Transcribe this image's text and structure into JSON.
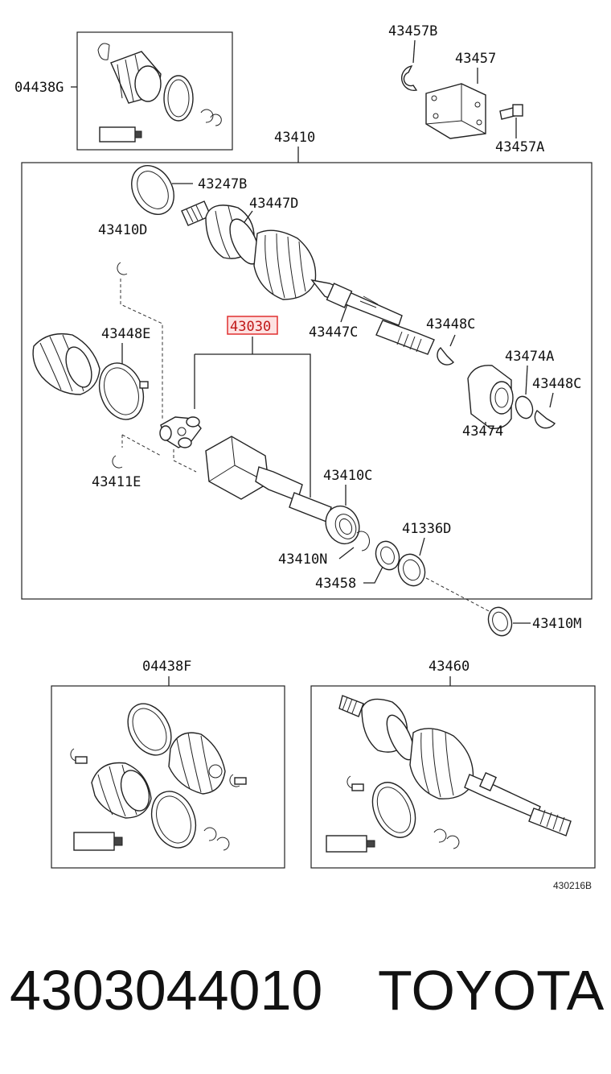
{
  "diagram": {
    "labels": {
      "l04438G": "04438G",
      "l43457B": "43457B",
      "l43457": "43457",
      "l43457A": "43457A",
      "l43410": "43410",
      "l43247B": "43247B",
      "l43447D": "43447D",
      "l43410D": "43410D",
      "l43030": "43030",
      "l43447C": "43447C",
      "l43448C_1": "43448C",
      "l43448E": "43448E",
      "l43474A": "43474A",
      "l43448C_2": "43448C",
      "l43474": "43474",
      "l43411E": "43411E",
      "l43410C": "43410C",
      "l41336D": "41336D",
      "l43410N": "43410N",
      "l43458": "43458",
      "l43410M": "43410M",
      "l04438F": "04438F",
      "l43460": "43460"
    },
    "figure_code": "430216B",
    "highlight_color": "#e03030"
  },
  "footer": {
    "part_number": "4303044010",
    "brand": "TOYOTA"
  }
}
